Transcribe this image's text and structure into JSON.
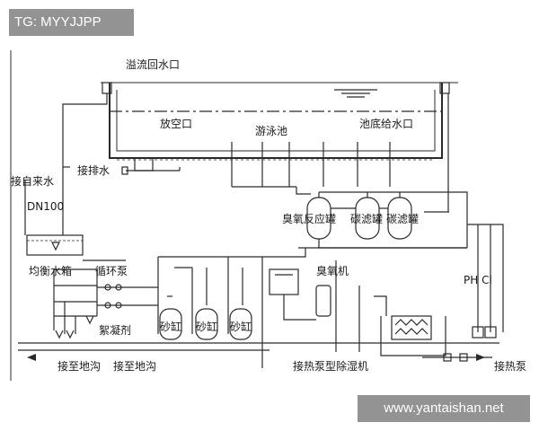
{
  "badges": {
    "top_left": "TG: MYYJJPP",
    "bottom_right": "www.yantaishan.net"
  },
  "labels": {
    "overflow_outlet": "溢流回水口",
    "drain_outlet": "放空口",
    "pool": "游泳池",
    "bottom_inlet": "池底给水口",
    "to_drain": "接排水",
    "tap_water": "接自来水",
    "dn100": "DN100",
    "balance_tank": "均衡水箱",
    "circ_pump": "循环泵",
    "ozone_reactor": "臭氧反应罐",
    "carbon_filter_1": "碳滤罐",
    "carbon_filter_2": "碳滤罐",
    "ozone_machine": "臭氧机",
    "ph_cl": "PH  Cl",
    "flocculant": "絮凝剂",
    "sand_1": "砂缸",
    "sand_2": "砂缸",
    "sand_3": "砂缸",
    "to_trench_1": "接至地沟",
    "to_trench_2": "接至地沟",
    "dehumidifier": "接热泵型除湿机",
    "heat_pump": "接热泵"
  },
  "colors": {
    "line": "#2a2a2a",
    "badge_bg": "#808080",
    "badge_text": "#ffffff"
  }
}
